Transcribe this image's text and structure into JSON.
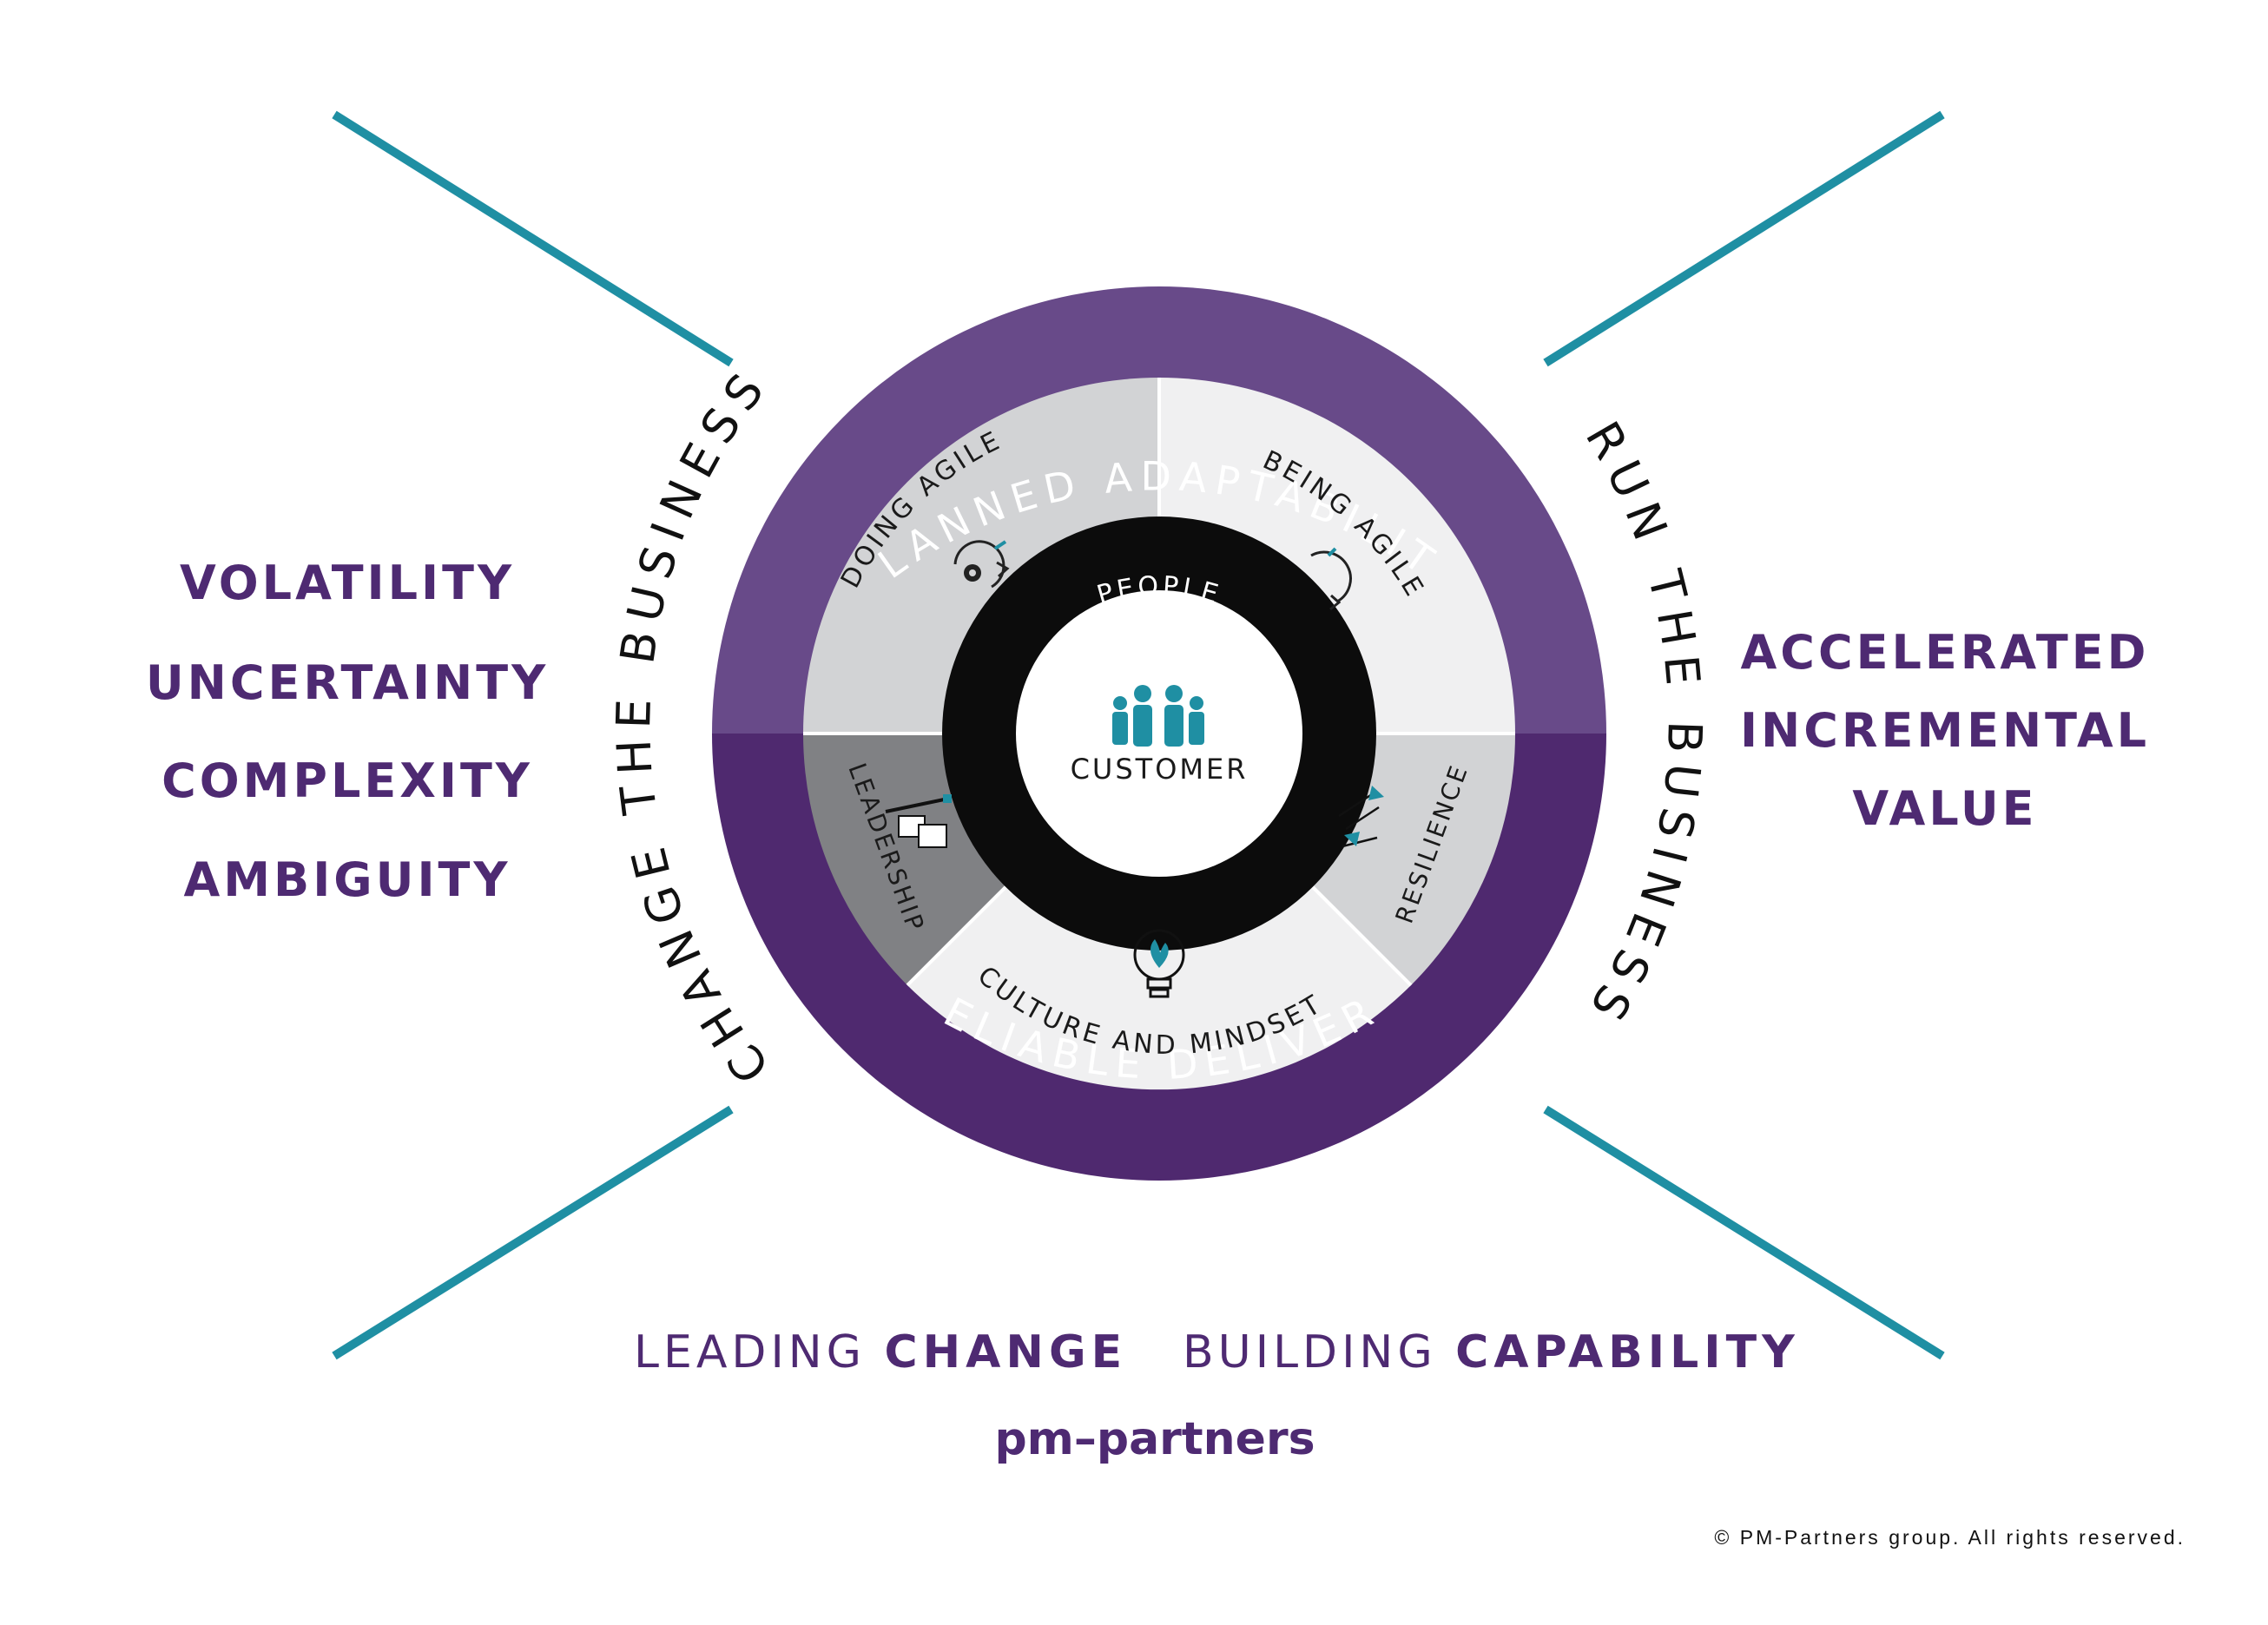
{
  "colors": {
    "accent_teal": "#1f8fa3",
    "purple_light": "#684a89",
    "purple_dark": "#4f296f",
    "brand_purple": "#4e2a72",
    "core_black": "#0c0c0c",
    "segment_light": "#f0f0f1",
    "segment_mid": "#d2d3d5",
    "segment_dark": "#808184"
  },
  "left_challenges": [
    "VOLATILITY",
    "UNCERTAINTY",
    "COMPLEXITY",
    "AMBIGUITY"
  ],
  "right_outcome": [
    "ACCELERATED",
    "INCREMENTAL",
    "VALUE"
  ],
  "side_arcs": {
    "left": "CHANGE THE BUSINESS",
    "right": "RUN THE BUSINESS"
  },
  "outer_ring": {
    "top": "PLANNED ADAPTABILITY",
    "bottom": "RELIABLE DELIVERY"
  },
  "segments": {
    "doing_agile": "DOING AGILE",
    "being_agile": "BEING AGILE",
    "leadership": "LEADERSHIP",
    "resilience": "RESILIENCE",
    "culture": "CULTURE AND MINDSET"
  },
  "core": {
    "ring_label": "PEOPLE",
    "center_label": "CUSTOMER"
  },
  "icons": {
    "doing_agile": "gear-cycle-icon",
    "being_agile": "refresh-icon",
    "leadership": "flag-icon",
    "resilience": "compress-arrows-icon",
    "culture": "lightbulb-leaf-icon",
    "customer": "people-group-icon"
  },
  "footer": {
    "leading_light": "LEADING ",
    "leading_bold": "CHANGE",
    "building_light": "BUILDING ",
    "building_bold": "CAPABILITY",
    "brand": "pm–partners",
    "copyright": "© PM-Partners group. All rights reserved."
  }
}
